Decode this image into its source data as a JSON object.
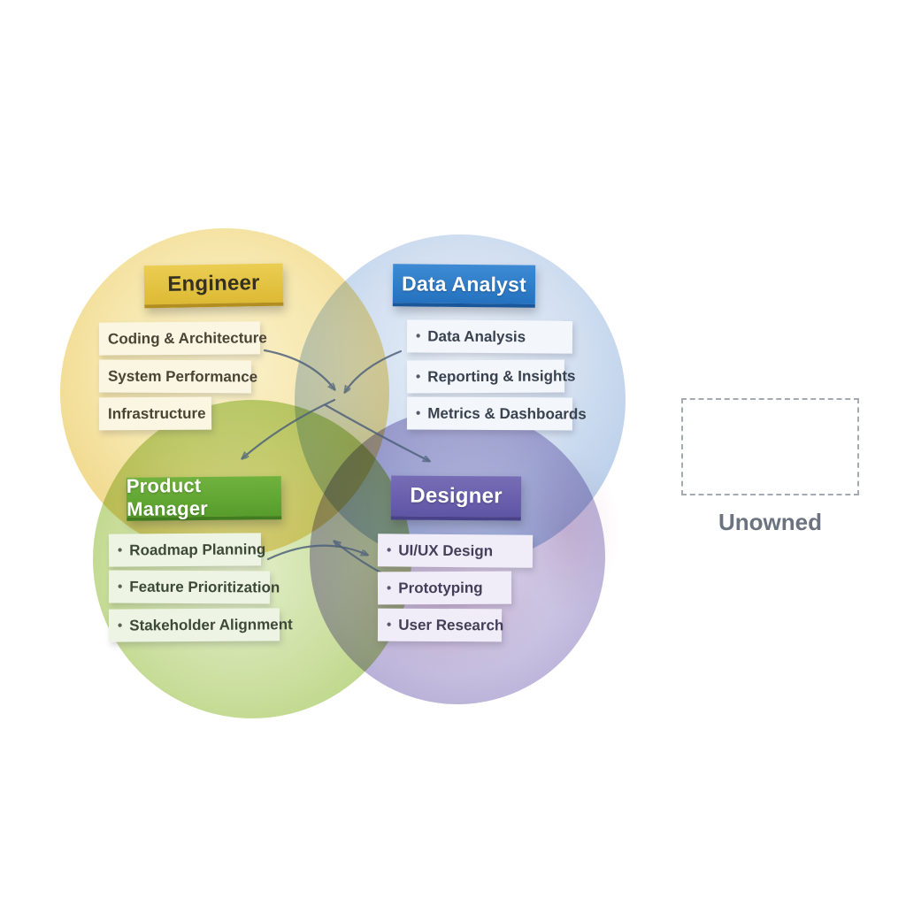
{
  "groups": [
    {
      "title": "Engineer",
      "bullet": "",
      "items": [
        "Coding & Architecture",
        "System Performance",
        "Infrastructure"
      ],
      "accent_color": "#DDBA34",
      "circle_color": "#F1D98D"
    },
    {
      "title": "Data Analyst",
      "bullet": "•",
      "items": [
        "Data Analysis",
        "Reporting & Insights",
        "Metrics & Dashboards"
      ],
      "accent_color": "#2E7CC6",
      "circle_color": "#A6C2E5"
    },
    {
      "title": "Product Manager",
      "bullet": "•",
      "items": [
        "Roadmap Planning",
        "Feature Prioritization",
        "Stakeholder Alignment"
      ],
      "accent_color": "#5B9E2D",
      "circle_color": "#AACB68"
    },
    {
      "title": "Designer",
      "bullet": "•",
      "items": [
        "UI/UX Design",
        "Prototyping",
        "User Research"
      ],
      "accent_color": "#6A60AD",
      "circle_color": "#A79ECC"
    }
  ],
  "unowned": {
    "label": "Unowned",
    "text_color": "#6B7380",
    "border_color": "#A3AAB2"
  },
  "arrow_color": "#4C5F7A",
  "background_color": "#FFFFFF"
}
